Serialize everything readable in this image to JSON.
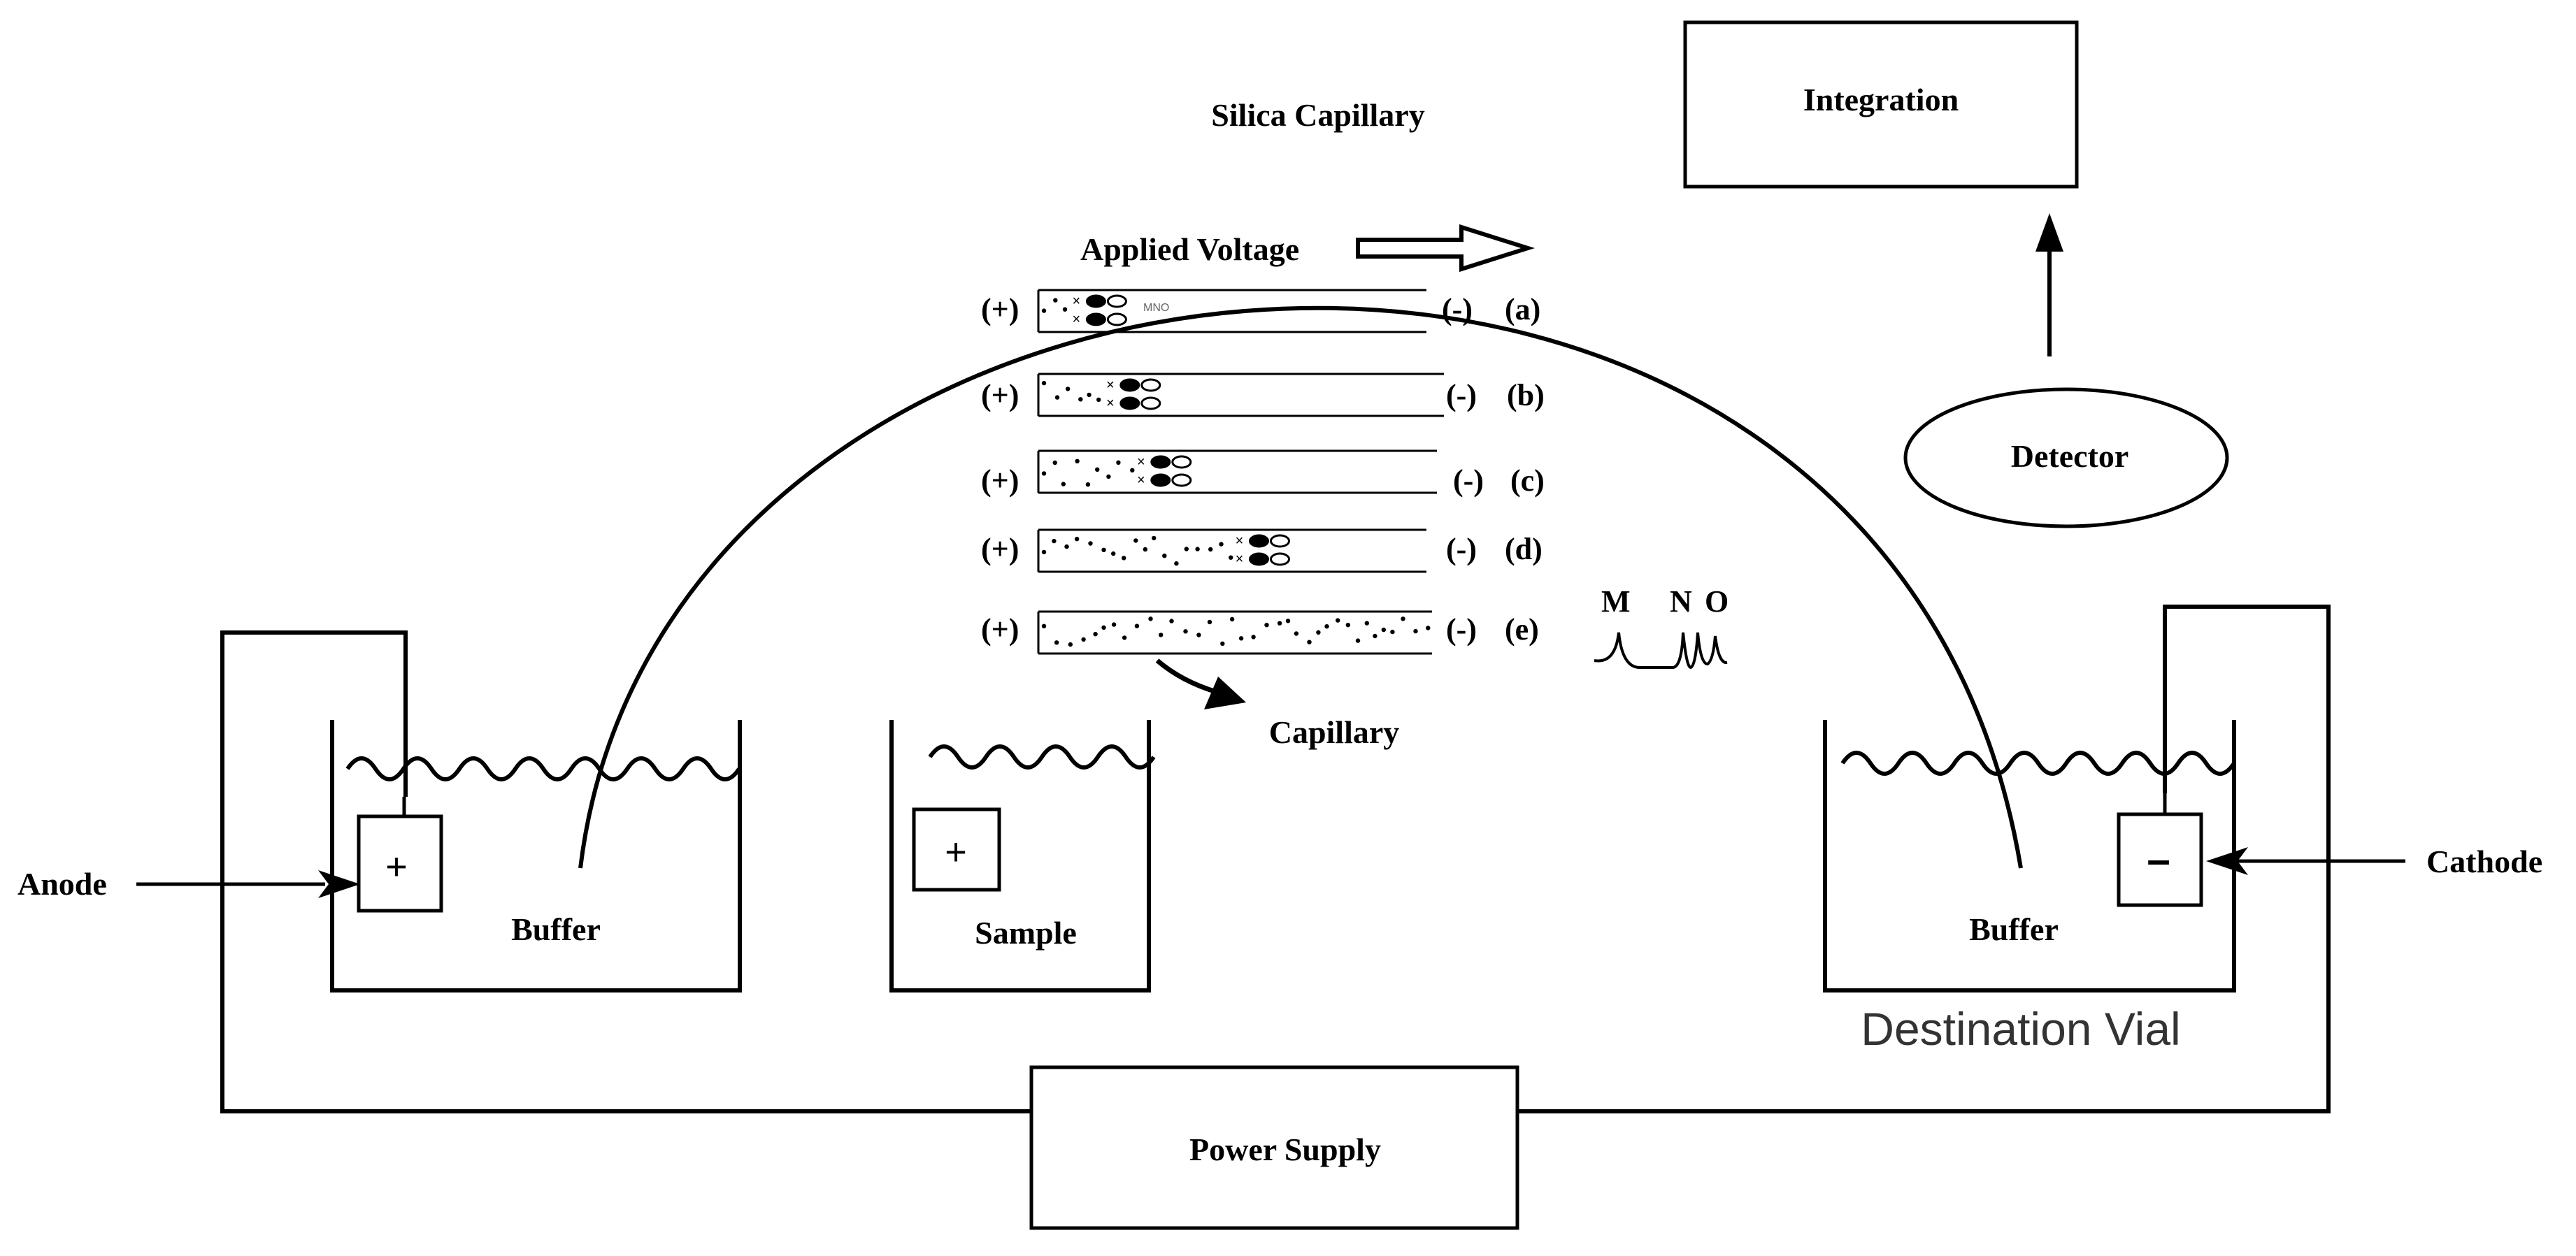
{
  "labels": {
    "silica_capillary": "Silica Capillary",
    "applied_voltage": "Applied Voltage",
    "integration": "Integration",
    "detector": "Detector",
    "anode": "Anode",
    "cathode": "Cathode",
    "buffer_left": "Buffer",
    "sample": "Sample",
    "buffer_right": "Buffer",
    "destination_vial": "Destination Vial",
    "power_supply": "Power Supply",
    "capillary": "Capillary"
  },
  "electrodes": {
    "plus": "+",
    "minus": "–"
  },
  "stages": [
    {
      "left": "(+)",
      "right": "(-)",
      "tag": "(a)"
    },
    {
      "left": "(+)",
      "right": "(-)",
      "tag": "(b)"
    },
    {
      "left": "(+)",
      "right": "(-)",
      "tag": "(c)"
    },
    {
      "left": "(+)",
      "right": "(-)",
      "tag": "(d)"
    },
    {
      "left": "(+)",
      "right": "(-)",
      "tag": "(e)"
    }
  ],
  "analytes": {
    "a_label": "MNO"
  },
  "peaks": [
    "M",
    "N",
    "O"
  ],
  "colors": {
    "line": "#000000",
    "destination_text": "#333333"
  }
}
